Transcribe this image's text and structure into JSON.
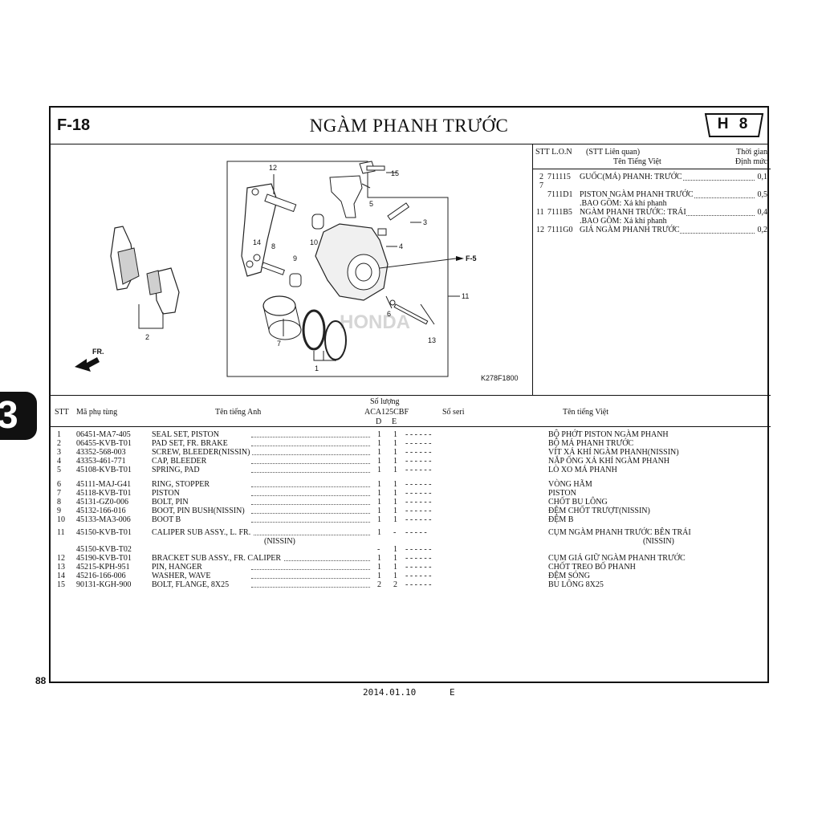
{
  "figure": {
    "code": "F-18",
    "title": "NGÀM PHANH TRƯỚC",
    "badge": "H 8"
  },
  "page": {
    "number": "88",
    "date": "2014.01.10",
    "edition": "E",
    "section_tab": "3"
  },
  "diagram": {
    "ref_code": "K278F1800",
    "fr_label": "FR.",
    "ref_label": "F-5",
    "watermark": "HONDA",
    "callouts": [
      "1",
      "2",
      "3",
      "4",
      "5",
      "6",
      "7",
      "8",
      "9",
      "10",
      "11",
      "12",
      "13",
      "14",
      "15"
    ]
  },
  "labor": {
    "header": {
      "col1": "STT L.O.N",
      "col2": "(STT Liên quan)",
      "col2b": "Tên Tiếng Việt",
      "col3a": "Thời gian",
      "col3b": "Định mức"
    },
    "rows": [
      {
        "n": "2",
        "code": "711115",
        "text": "GUỐC(MÁ) PHANH: TRƯỚC",
        "value": "0,1"
      },
      {
        "n": "7",
        "code": "",
        "text": "",
        "value": ""
      },
      {
        "n": "",
        "code": "7111D1",
        "text": "PISTON NGÀM PHANH TRƯỚC",
        "value": "0,5"
      },
      {
        "n": "",
        "code": "",
        "text": ".BAO GỒM: Xả khí phanh",
        "value": ""
      },
      {
        "n": "11",
        "code": "7111B5",
        "text": "NGÀM PHANH TRƯỚC: TRÁI",
        "value": "0,4"
      },
      {
        "n": "",
        "code": "",
        "text": ".BAO GỒM: Xả khí phanh",
        "value": ""
      },
      {
        "n": "12",
        "code": "7111G0",
        "text": "GIÁ NGÀM PHANH TRƯỚC",
        "value": "0,2"
      }
    ]
  },
  "parts_table": {
    "headers": {
      "stt": "STT",
      "part_no": "Mã phụ tùng",
      "name_en": "Tên tiếng Anh",
      "qty": "Số lượng",
      "model": "ACA125CBF",
      "qty_d": "D",
      "qty_e": "E",
      "serial": "Số seri",
      "name_vn": "Tên tiếng Việt"
    },
    "rows": [
      {
        "stt": "1",
        "part": "06451-MA7-405",
        "en": "SEAL SET, PISTON",
        "d": "1",
        "e": "1",
        "serial": "- - - - - -",
        "vn": "BỘ PHỚT PISTON NGÀM PHANH"
      },
      {
        "stt": "2",
        "part": "06455-KVB-T01",
        "en": "PAD SET, FR. BRAKE",
        "d": "1",
        "e": "1",
        "serial": "- - - - - -",
        "vn": "BỘ MÁ PHANH TRƯỚC"
      },
      {
        "stt": "3",
        "part": "43352-568-003",
        "en": "SCREW, BLEEDER(NISSIN)",
        "d": "1",
        "e": "1",
        "serial": "- - - - - -",
        "vn": "VÍT XẢ KHÍ NGÀM PHANH(NISSIN)"
      },
      {
        "stt": "4",
        "part": "43353-461-771",
        "en": "CAP, BLEEDER",
        "d": "1",
        "e": "1",
        "serial": "- - - - - -",
        "vn": "NẮP ỐNG XẢ KHÍ NGÀM PHANH"
      },
      {
        "stt": "5",
        "part": "45108-KVB-T01",
        "en": "SPRING, PAD",
        "d": "1",
        "e": "1",
        "serial": "- - - - - -",
        "vn": "LÒ XO MÁ PHANH"
      },
      {
        "stt": "6",
        "part": "45111-MAJ-G41",
        "en": "RING, STOPPER",
        "d": "1",
        "e": "1",
        "serial": "- - - - - -",
        "vn": "VÒNG HÃM"
      },
      {
        "stt": "7",
        "part": "45118-KVB-T01",
        "en": "PISTON",
        "d": "1",
        "e": "1",
        "serial": "- - - - - -",
        "vn": "PISTON"
      },
      {
        "stt": "8",
        "part": "45131-GZ0-006",
        "en": "BOLT, PIN",
        "d": "1",
        "e": "1",
        "serial": "- - - - - -",
        "vn": "CHỐT BU LÔNG"
      },
      {
        "stt": "9",
        "part": "45132-166-016",
        "en": "BOOT, PIN BUSH(NISSIN)",
        "d": "1",
        "e": "1",
        "serial": "- - - - - -",
        "vn": "ĐỆM CHỐT TRƯỢT(NISSIN)"
      },
      {
        "stt": "10",
        "part": "45133-MA3-006",
        "en": "BOOT B",
        "d": "1",
        "e": "1",
        "serial": "- - - - - -",
        "vn": "ĐỆM B"
      },
      {
        "stt": "11",
        "part": "45150-KVB-T01",
        "en": "CALIPER SUB ASSY., L. FR.",
        "en2": "(NISSIN)",
        "d": "1",
        "e": "-",
        "serial": "- - - - -",
        "vn": "CỤM NGÀM PHANH TRƯỚC BÊN TRÁI",
        "vn2": "(NISSIN)"
      },
      {
        "stt": "",
        "part": "45150-KVB-T02",
        "en": "",
        "d": "-",
        "e": "1",
        "serial": "- - - - - -",
        "vn": ""
      },
      {
        "stt": "12",
        "part": "45190-KVB-T01",
        "en": "BRACKET SUB ASSY., FR. CALIPER",
        "d": "1",
        "e": "1",
        "serial": "- - - - - -",
        "vn": "CỤM GIÁ GIỮ NGÀM PHANH TRƯỚC"
      },
      {
        "stt": "13",
        "part": "45215-KPH-951",
        "en": "PIN, HANGER",
        "d": "1",
        "e": "1",
        "serial": "- - - - - -",
        "vn": "CHỐT TREO BỐ PHANH"
      },
      {
        "stt": "14",
        "part": "45216-166-006",
        "en": "WASHER, WAVE",
        "d": "1",
        "e": "1",
        "serial": "- - - - - -",
        "vn": "ĐỆM SÓNG"
      },
      {
        "stt": "15",
        "part": "90131-KGH-900",
        "en": "BOLT, FLANGE, 8X25",
        "d": "2",
        "e": "2",
        "serial": "- - - - - -",
        "vn": "BU LÔNG 8X25"
      }
    ]
  }
}
